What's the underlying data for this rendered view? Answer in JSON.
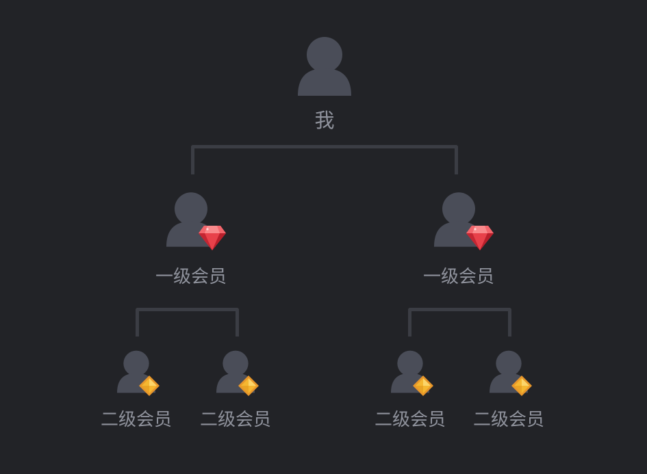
{
  "tree": {
    "root": {
      "label": "我",
      "icon": "user-icon"
    },
    "level1": [
      {
        "label": "一级会员",
        "icon": "user-icon",
        "badge": "ruby-gem-icon"
      },
      {
        "label": "一级会员",
        "icon": "user-icon",
        "badge": "ruby-gem-icon"
      }
    ],
    "level2": [
      {
        "label": "二级会员",
        "icon": "user-icon",
        "badge": "gold-diamond-icon"
      },
      {
        "label": "二级会员",
        "icon": "user-icon",
        "badge": "gold-diamond-icon"
      },
      {
        "label": "二级会员",
        "icon": "user-icon",
        "badge": "gold-diamond-icon"
      },
      {
        "label": "二级会员",
        "icon": "user-icon",
        "badge": "gold-diamond-icon"
      }
    ]
  },
  "colors": {
    "background": "#222327",
    "avatar": "#4a4d58",
    "connector": "#3b3d44",
    "label": "#8f929c",
    "ruby": "#e8414a",
    "gold": "#f5b731"
  }
}
